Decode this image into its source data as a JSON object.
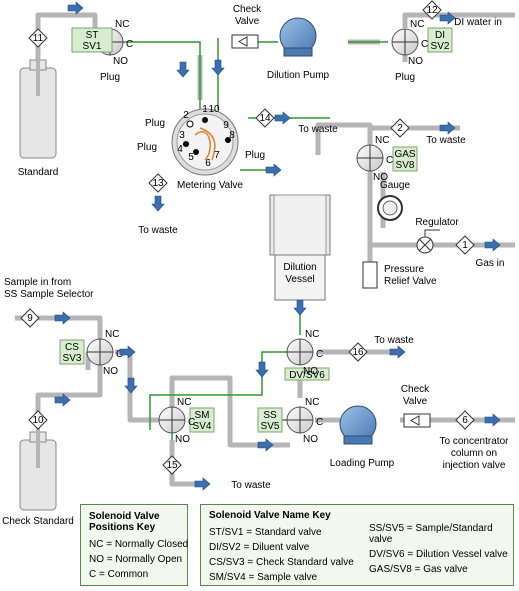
{
  "valves": {
    "sv1": {
      "tag": "ST",
      "name": "SV1",
      "port_nc": "NC",
      "port_no": "NO",
      "port_c": "C",
      "note": "Plug"
    },
    "sv2": {
      "tag": "DI",
      "name": "SV2",
      "port_nc": "NC",
      "port_no": "NO",
      "port_c": "C",
      "note": "Plug"
    },
    "sv3": {
      "tag": "CS",
      "name": "SV3",
      "port_nc": "NC",
      "port_no": "NO",
      "port_c": "C"
    },
    "sv4": {
      "tag": "SM",
      "name": "SV4",
      "port_nc": "NC",
      "port_no": "NO",
      "port_c": "C"
    },
    "sv5": {
      "tag": "SS",
      "name": "SV5",
      "port_nc": "NC",
      "port_no": "NO",
      "port_c": "C"
    },
    "sv6": {
      "tag": "DV/SV6",
      "port_nc": "NC",
      "port_no": "NO",
      "port_c": "C"
    },
    "sv8": {
      "tag": "GAS",
      "name": "SV8",
      "port_nc": "NC",
      "port_no": "NO",
      "port_c": "C"
    }
  },
  "labels": {
    "check_valve_top": "Check\nValve",
    "dilution_pump": "Dilution Pump",
    "di_water_in": "DI water in",
    "standard": "Standard",
    "metering_valve": "Metering Valve",
    "plug_top": "Plug",
    "plug_left": "Plug",
    "plug_right": "Plug",
    "to_waste_14": "To waste",
    "to_waste_13": "To waste",
    "to_waste_2": "To waste",
    "to_waste_16": "To waste",
    "to_waste_15": "To waste",
    "gauge": "Gauge",
    "regulator": "Regulator",
    "gas_in": "Gas in",
    "pressure_relief": "Pressure\nRelief Valve",
    "dilution_vessel": "Dilution\nVessel",
    "sample_in": "Sample in from\nSS Sample Selector",
    "check_standard": "Check Standard",
    "loading_pump": "Loading Pump",
    "check_valve_bottom": "Check\nValve",
    "to_concentrator": "To concentrator\ncolumn on\ninjection valve"
  },
  "metering_ports": [
    "1",
    "2",
    "3",
    "4",
    "5",
    "6",
    "7",
    "8",
    "9",
    "10"
  ],
  "line_numbers": {
    "n1": "1",
    "n2": "2",
    "n6": "6",
    "n9": "9",
    "n10": "10",
    "n11": "11",
    "n12": "12",
    "n13": "13",
    "n14": "14",
    "n15": "15",
    "n16": "16"
  },
  "key_positions": {
    "title": "Solenoid Valve\nPositions Key",
    "items": [
      "NC = Normally Closed",
      "NO = Normally Open",
      "C = Common"
    ]
  },
  "key_names": {
    "title": "Solenoid Valve Name Key",
    "col1": [
      "ST/SV1 = Standard valve",
      "DI/SV2 = Diluent valve",
      "CS/SV3 = Check Standard valve",
      "SM/SV4 = Sample valve"
    ],
    "col2": [
      "SS/SV5 = Sample/Standard\nvalve",
      "DV/SV6 = Dilution Vessel valve",
      "GAS/SV8 = Gas valve"
    ]
  },
  "colors": {
    "tube": "#c8c8c8",
    "tube_stroke": "#9a9a9a",
    "green_line": "#2e9a2e",
    "arrow": "#3a6fb0",
    "tag_fill": "#d8ecd0",
    "tag_stroke": "#7aa86a",
    "valve_fill": "#eaeaea"
  }
}
